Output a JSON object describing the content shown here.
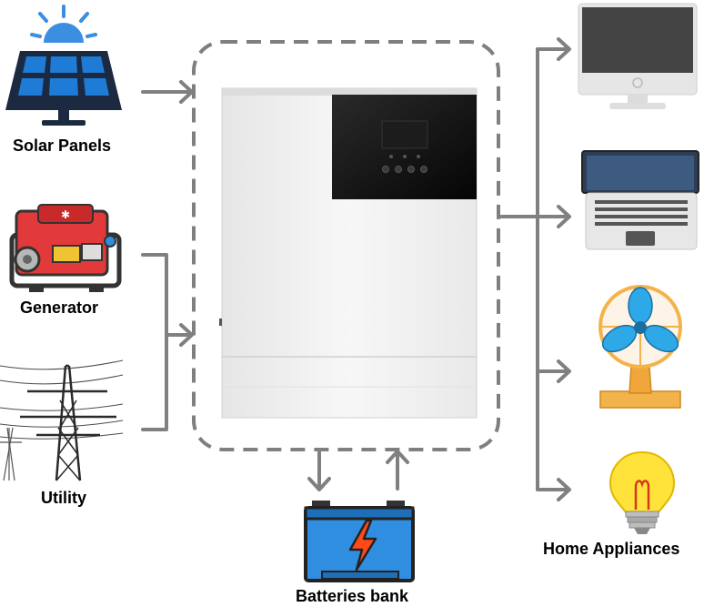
{
  "labels": {
    "solar": "Solar Panels",
    "generator": "Generator",
    "utility": "Utility",
    "battery": "Batteries bank",
    "home": "Home Appliances"
  },
  "colors": {
    "arrow": "#808080",
    "dashed_border": "#7f7f7f",
    "solar_blue": "#1e7bd6",
    "solar_frame": "#1b2a41",
    "sun": "#3a8fe0",
    "generator_red": "#e23a3a",
    "battery_blue": "#2f8ee0",
    "bolt": "#ff4a17",
    "fan_blue": "#2ea9e8",
    "fan_stand": "#f3b34a",
    "bulb_yellow": "#ffe23a",
    "inverter_body": "#f2f2f2",
    "inverter_screen": "#111111"
  },
  "icons": {
    "solar": "solar-panel-icon",
    "generator": "generator-icon",
    "utility": "power-tower-icon",
    "inverter": "hybrid-inverter",
    "battery": "battery-icon",
    "monitor": "desktop-monitor-icon",
    "laptop": "laptop-icon",
    "fan": "fan-icon",
    "bulb": "light-bulb-icon"
  }
}
